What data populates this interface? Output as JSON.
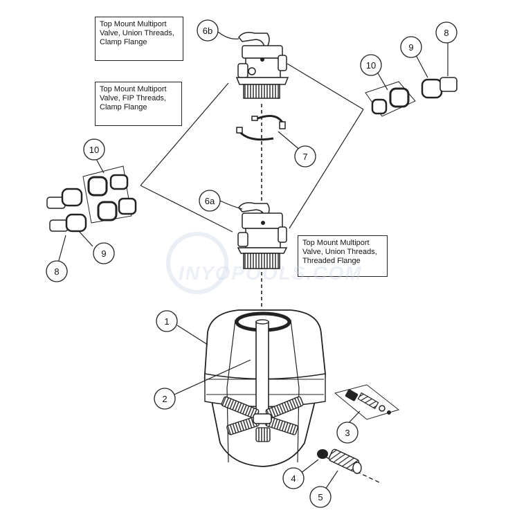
{
  "callouts": {
    "valve_6b": "Top Mount Multiport Valve, Union Threads, Clamp Flange",
    "valve_fip": "Top Mount Multiport Valve, FIP Threads, Clamp Flange",
    "valve_6a": "Top Mount Multiport Valve, Union Threads, Threaded Flange"
  },
  "part_numbers": {
    "tank": "1",
    "standpipe": "2",
    "lateral_assembly": "3",
    "drain_cap": "4",
    "drain_assembly": "5",
    "valve_6a": "6a",
    "valve_6b": "6b",
    "clamp": "7",
    "hose_adapter_right": "8",
    "union_right": "9",
    "union_kit_right": "10",
    "union_kit_left": "10",
    "hose_adapter_left": "8",
    "union_left": "9"
  },
  "watermark": "INYOPOOLS.COM"
}
